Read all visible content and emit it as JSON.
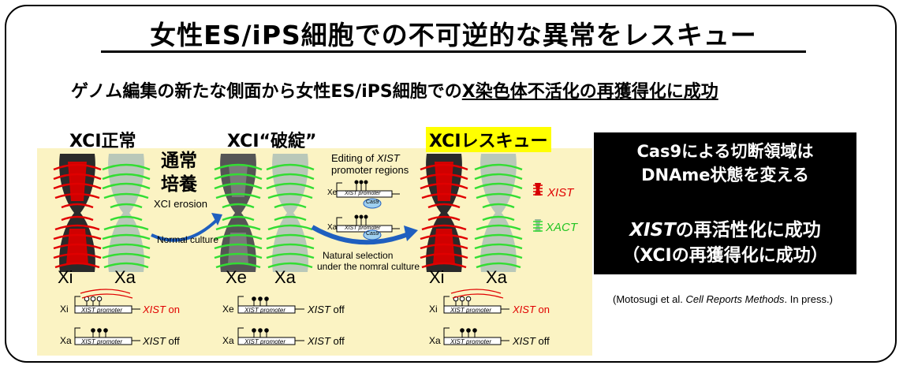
{
  "title": "女性ES/iPS細胞での不可逆的な異常をレスキュー",
  "subtitle": {
    "part1": "ゲノム編集の新たな側面から女性ES/iPS細胞での",
    "part2": "X染色体不活化の再獲得化に成功"
  },
  "columns": {
    "normal": {
      "header": "XCI正常",
      "left": "Xi",
      "right": "Xa"
    },
    "erosion": {
      "header": "XCI“破綻”",
      "left": "Xe",
      "right": "Xa"
    },
    "rescue": {
      "header": "XCIレスキュー",
      "left": "Xi",
      "right": "Xa"
    }
  },
  "arrow1": {
    "jp_line1": "通常",
    "jp_line2": "培養",
    "en_top": "XCI erosion",
    "en_bottom": "Normal culture"
  },
  "arrow2": {
    "top_line1": "Editing of",
    "top_italic": "XIST",
    "top_line2": "promoter regions",
    "bottom_line1": "Natural selection",
    "bottom_line2": "under the nomral culture",
    "cas9": "Cas9"
  },
  "legend": {
    "xist": "XIST",
    "xact": "XACT"
  },
  "promoter": {
    "label": "XIST promoter",
    "xist": "XIST",
    "on": "on",
    "off": "off"
  },
  "blackbox": {
    "line1": "Cas9による切断領域は",
    "line2": "DNAme状態を変える",
    "line3_italic": "XIST",
    "line3_rest": "の再活性化に成功",
    "line4": "（XCIの再獲得化に成功）"
  },
  "citation": {
    "prefix": "(Motosugi et al. ",
    "journal": "Cell Reports Methods",
    "suffix": ". In press.)"
  },
  "colors": {
    "xi_red": "#e00000",
    "xa_green": "#33dd33",
    "panel_bg": "#fbf3c3",
    "highlight": "#ffff00",
    "arrow_blue": "#1f5fbf"
  }
}
